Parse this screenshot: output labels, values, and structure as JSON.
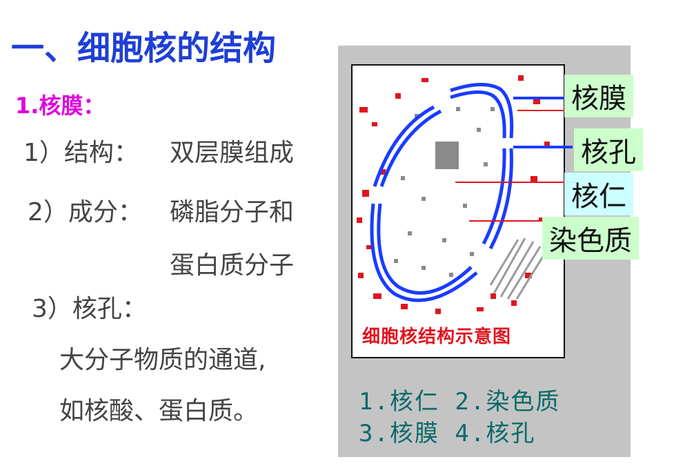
{
  "title": "一、细胞核的结构",
  "section": "1.核膜：",
  "items": {
    "structure_label": "1）结构：",
    "structure_value": "双层膜组成",
    "composition_label": "2）成分：",
    "composition_value_1": "磷脂分子和",
    "composition_value_2": "蛋白质分子",
    "pore_label": "3）核孔：",
    "pore_desc_1": "大分子物质的通道,",
    "pore_desc_2": "如核酸、蛋白质。"
  },
  "figure": {
    "caption": "细胞核结构示意图",
    "legend_line_1": "1.核仁 2.染色质",
    "legend_line_2": "3.核膜 4.核孔"
  },
  "labels": {
    "nuclear_membrane": "核膜",
    "nuclear_pore": "核孔",
    "nucleolus": "核仁",
    "chromatin": "染色质"
  },
  "colors": {
    "title": "#1f3fd6",
    "section": "#e000e0",
    "label_bg_green": "#ccffcc",
    "label_bg_cyan": "#ccffff",
    "membrane_line": "#1a3cff",
    "pointer_red": "#e0141e"
  }
}
